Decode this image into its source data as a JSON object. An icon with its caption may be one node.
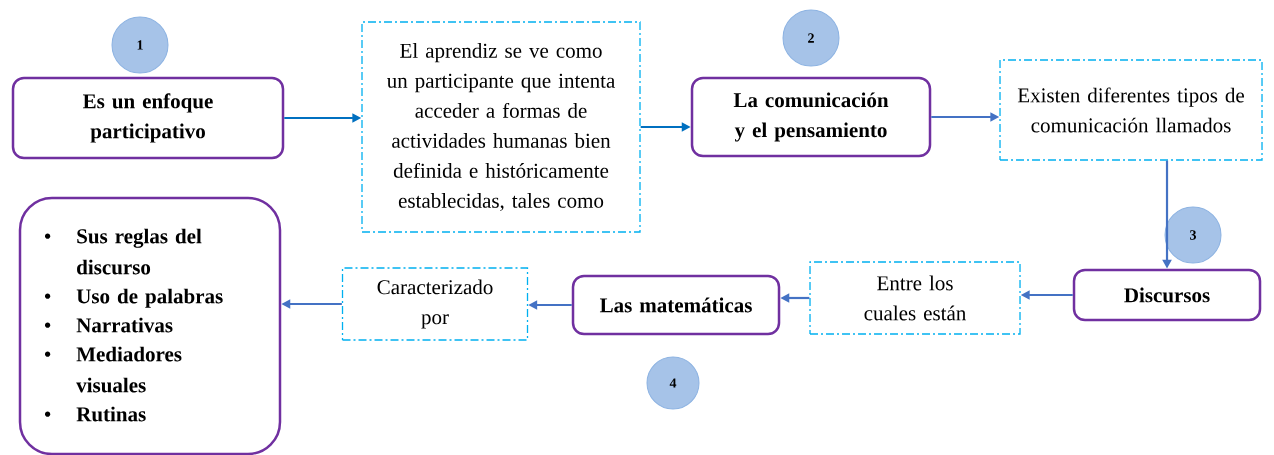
{
  "diagram": {
    "nodes": [
      {
        "text": [
          "1"
        ]
      },
      {
        "text": [
          "Es un enfoque participativo"
        ]
      },
      {
        "text": [
          "El aprendiz se ve como un participante que intenta acceder a formas de actividades humanas bien definida e históricamente establecidas, tales como"
        ]
      },
      {
        "text": [
          "2"
        ]
      },
      {
        "text": [
          "La comunicación y el pensamiento"
        ]
      },
      {
        "text": [
          "Existen diferentes tipos de comunicación llamados"
        ]
      },
      {
        "text": [
          "3"
        ]
      },
      {
        "text": [
          "Discursos"
        ]
      },
      {
        "text": [
          "Entre los cuales están"
        ]
      },
      {
        "text": [
          "Las matemáticas"
        ]
      },
      {
        "text": [
          "Caracterizado por"
        ]
      },
      {
        "text": [
          "Sus reglas del discurso",
          "Uso de palabras",
          "Narrativas",
          "Mediadores visuales",
          "Rutinas"
        ]
      },
      {
        "text": [
          "4"
        ]
      }
    ],
    "edges": [
      {
        "from": 1,
        "to": 2,
        "arrow": "to",
        "color": "#0070c0"
      },
      {
        "from": 2,
        "to": 4,
        "arrow": "to",
        "color": "#0070c0"
      },
      {
        "from": 4,
        "to": 5,
        "arrow": "to"
      },
      {
        "from": 5,
        "to": 7,
        "arrow": "to"
      },
      {
        "from": 7,
        "to": 8,
        "arrow": "to"
      },
      {
        "from": 8,
        "to": 9,
        "arrow": "to"
      },
      {
        "from": 9,
        "to": 10,
        "arrow": "to"
      },
      {
        "from": 10,
        "to": 11,
        "arrow": "to"
      }
    ]
  }
}
